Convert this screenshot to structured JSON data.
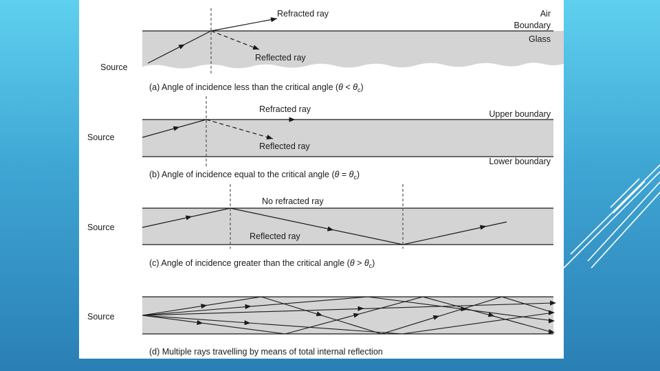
{
  "slide": {
    "background_top": "#5fd0ef",
    "background_bottom": "#2a7fb4"
  },
  "diagram": {
    "glass_color": "#d4d4d4",
    "line_color": "#1a1a1a",
    "a": {
      "refracted": "Refracted ray",
      "air": "Air",
      "boundary": "Boundary",
      "glass": "Glass",
      "reflected": "Reflected ray",
      "source": "Source",
      "caption_pre": "(a) Angle of incidence less than the critical angle (",
      "caption_theta": "θ",
      "caption_op": " < ",
      "caption_c": "c",
      "caption_post": ")"
    },
    "b": {
      "refracted": "Refracted ray",
      "upper": "Upper boundary",
      "source": "Source",
      "reflected": "Reflected ray",
      "lower": "Lower boundary",
      "caption_pre": "(b) Angle of incidence equal to the critical angle (",
      "caption_theta": "θ",
      "caption_op": " = ",
      "caption_c": "c",
      "caption_post": ")"
    },
    "c": {
      "no_refracted": "No refracted ray",
      "source": "Source",
      "reflected": "Reflected ray",
      "caption_pre": "(c) Angle of incidence greater than the critical angle (",
      "caption_theta": "θ",
      "caption_op": " > ",
      "caption_c": "c",
      "caption_post": ")"
    },
    "d": {
      "source": "Source",
      "caption": "(d) Multiple rays travelling by means of total internal reflection"
    }
  }
}
